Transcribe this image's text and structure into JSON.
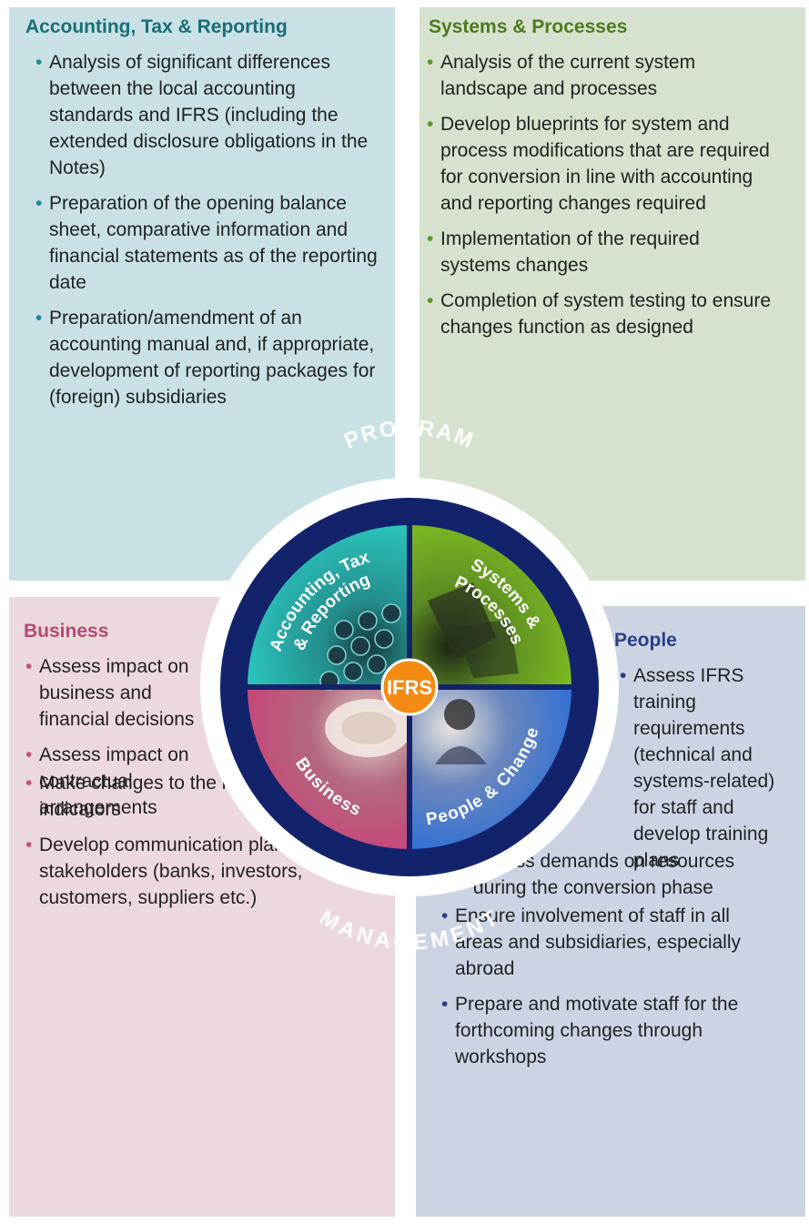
{
  "accounting": {
    "title": "Accounting, Tax & Reporting",
    "bullets": [
      "Analysis of significant differences between the local accounting standards and IFRS (including the extended disclosure obligations in the Notes)",
      "Preparation of the opening balance sheet, comparative information and financial statements as of the reporting date",
      "Preparation/amendment of an accounting manual and, if appropriate, development of reporting packages for (foreign) subsidiaries"
    ]
  },
  "systems": {
    "title": "Systems & Processes",
    "bullets": [
      "Analysis of the current system landscape and processes",
      "Develop blueprints for system and process modifications that are required for conversion in line with accounting and reporting changes required",
      "Implementation of the required systems changes",
      "Completion of system testing to ensure changes function as designed"
    ]
  },
  "business": {
    "title": "Business",
    "bullets": [
      "Assess impact on business and financial decisions",
      "Assess impact on contractual arrangements",
      "Make changes to the key performance indicators",
      "Develop communication plans for all stakeholders (banks, investors, customers, suppliers etc.)"
    ]
  },
  "people": {
    "title": "People",
    "bullets": [
      "Assess IFRS training requirements (technical and systems-related) for staff and develop training plans",
      "Assess demands on resources during the conversion phase",
      "Ensure involvement of staff in all areas and subsidiaries, especially abroad",
      "Prepare and motivate staff for the forthcoming changes through workshops"
    ]
  },
  "wheel": {
    "top_text": "PROGRAM",
    "bottom_text": "MANAGEMENT",
    "center_text": "IFRS",
    "q_accounting_1": "Accounting, Tax",
    "q_accounting_2": "& Reporting",
    "q_systems_1": "Systems &",
    "q_systems_2": "Processes",
    "q_business": "Business",
    "q_people": "People & Change",
    "colors": {
      "ring": "#13236b",
      "accounting": "#2cc7c0",
      "systems": "#7dbb22",
      "business": "#c8457a",
      "people": "#2f6fd6",
      "center": "#f28a14"
    }
  }
}
